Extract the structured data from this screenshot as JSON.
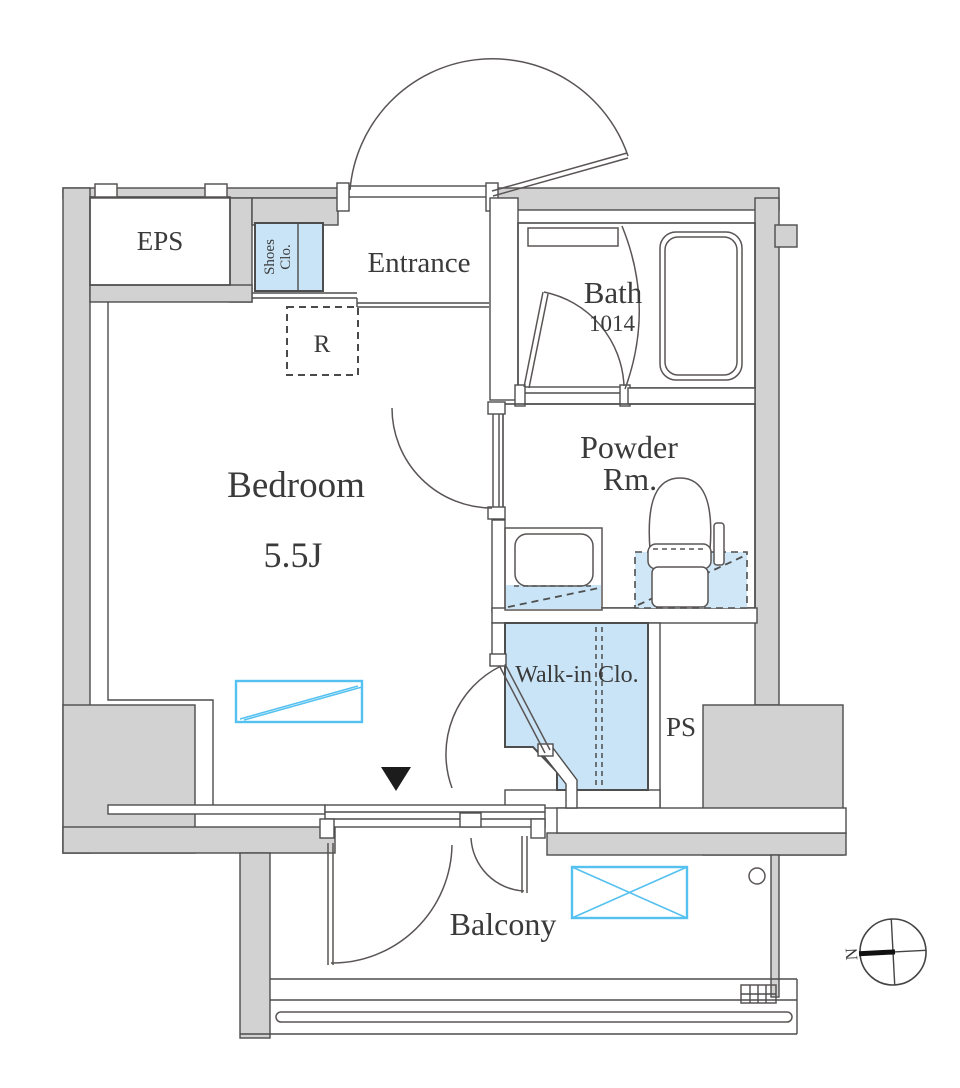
{
  "title": "apartment-floor-plan",
  "labels": {
    "eps": "EPS",
    "shoes_closet_line1": "Shoes",
    "shoes_closet_line2": "Clo.",
    "entrance": "Entrance",
    "refrigerator": "R",
    "bath_name": "Bath",
    "bath_size": "1014",
    "powder_line1": "Powder",
    "powder_line2": "Rm.",
    "bedroom_name": "Bedroom",
    "bedroom_size": "5.5J",
    "walkin_closet": "Walk-in Clo.",
    "pipe_space": "PS",
    "balcony": "Balcony",
    "compass_north": "N"
  },
  "colors": {
    "wall_fill": "#d2d2d2",
    "wall_line": "#4d4d4d",
    "fixture_line": "#5a5555",
    "closet_fill": "#c9e4f6",
    "accent_blue": "#55c1f0",
    "label_text": "#3a3a3a",
    "marker_black": "#1c1c1c"
  }
}
